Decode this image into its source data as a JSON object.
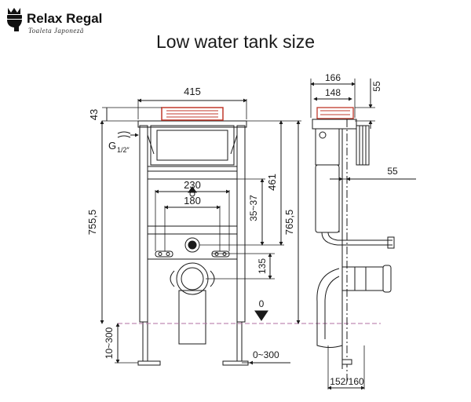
{
  "brand": {
    "name": "Relax Regal",
    "tagline": "Toaleta Japoneză"
  },
  "title": "Low water tank size",
  "front_dimensions": {
    "frame_width": "415",
    "top_offset": "43",
    "inlet": "G",
    "inlet_fraction": "1/2″",
    "height_left": "755,5",
    "height_right": "765,5",
    "inner_461": "461",
    "range_35_37": "35~37",
    "width_230": "230",
    "width_180": "180",
    "offset_135": "135",
    "floor_range": "10~300",
    "level_zero": "0",
    "floor_adjust": "0~300"
  },
  "side_dimensions": {
    "depth_166": "166",
    "depth_148": "148",
    "top_55": "55",
    "mid_55": "55",
    "bottom": "152/160"
  },
  "colors": {
    "line": "#1a1a1a",
    "accent": "#c0392b",
    "floor": "#b06fa0"
  }
}
